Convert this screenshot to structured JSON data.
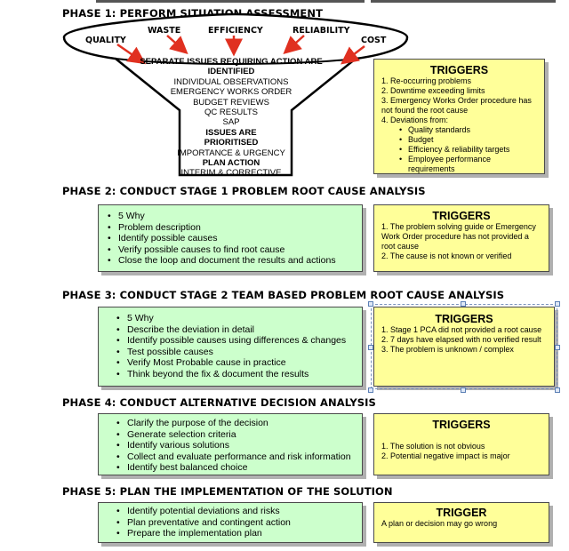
{
  "phases": [
    {
      "title": "PHASE 1:  PERFORM SITUATION ASSESSMENT"
    },
    {
      "title": "PHASE 2: CONDUCT STAGE 1 PROBLEM ROOT CAUSE ANALYSIS"
    },
    {
      "title": "PHASE 3: CONDUCT STAGE 2 TEAM BASED PROBLEM ROOT CAUSE ANALYSIS"
    },
    {
      "title": "PHASE 4: CONDUCT ALTERNATIVE DECISION ANALYSIS"
    },
    {
      "title": "PHASE 5: PLAN THE IMPLEMENTATION OF THE SOLUTION"
    }
  ],
  "funnel": {
    "inputs": [
      "QUALITY",
      "WASTE",
      "EFFICIENCY",
      "RELIABILITY",
      "COST"
    ],
    "lines": [
      {
        "text": "SEPARATE ISSUES REQUIRING ACTION ARE",
        "bold": true
      },
      {
        "text": "IDENTIFIED",
        "bold": true
      },
      {
        "text": "INDIVIDUAL OBSERVATIONS",
        "bold": false
      },
      {
        "text": "EMERGENCY WORKS ORDER",
        "bold": false
      },
      {
        "text": "BUDGET REVIEWS",
        "bold": false
      },
      {
        "text": "QC RESULTS",
        "bold": false
      },
      {
        "text": "SAP",
        "bold": false
      },
      {
        "text": "ISSUES ARE",
        "bold": true
      },
      {
        "text": "PRIORITISED",
        "bold": true
      },
      {
        "text": "IMPORTANCE & URGENCY",
        "bold": false
      },
      {
        "text": "PLAN ACTION",
        "bold": true
      },
      {
        "text": "INTERIM & CORRECTIVE",
        "bold": false
      }
    ]
  },
  "triggers": {
    "p1": {
      "heading": "TRIGGERS",
      "lines": [
        "1. Re-occurring problems",
        "2. Downtime exceeding limits",
        "3. Emergency Works Order procedure has not found the root cause",
        "4. Deviations from:"
      ],
      "sub": [
        "Quality standards",
        "Budget",
        "Efficiency & reliability targets",
        "Employee performance requirements"
      ]
    },
    "p2": {
      "heading": "TRIGGERS",
      "lines": [
        "1. The problem solving guide or Emergency Work Order procedure has not provided a root cause",
        "2. The cause is not known or verified"
      ]
    },
    "p3": {
      "heading": "TRIGGERS",
      "lines": [
        "1. Stage 1 PCA did not provided a root cause",
        "2. 7 days have elapsed with no verified result",
        "3. The problem is unknown / complex"
      ]
    },
    "p4": {
      "heading": "TRIGGERS",
      "lines": [
        "1. The solution is not obvious",
        "2. Potential negative impact is major"
      ]
    },
    "p5": {
      "heading": "TRIGGER",
      "lines": [
        "A plan or decision may go wrong"
      ]
    }
  },
  "steps": {
    "p2": [
      "5 Why",
      "Problem description",
      "Identify possible causes",
      "Verify possible causes to find root cause",
      "Close the loop and document the results and actions"
    ],
    "p3": [
      "5 Why",
      "Describe the deviation in detail",
      "Identify possible causes using differences & changes",
      "Test possible causes",
      "Verify Most Probable cause in practice",
      "Think beyond the fix & document the results"
    ],
    "p4": [
      "Clarify the purpose of the decision",
      "Generate selection criteria",
      "Identify various solutions",
      "Collect and evaluate performance and risk information",
      "Identify best balanced choice"
    ],
    "p5": [
      "Identify potential deviations and risks",
      "Plan preventative and contingent action",
      "Prepare the implementation plan"
    ]
  },
  "colors": {
    "green": "#ccffcc",
    "yellow": "#ffff99",
    "arrow": "#e03020"
  }
}
